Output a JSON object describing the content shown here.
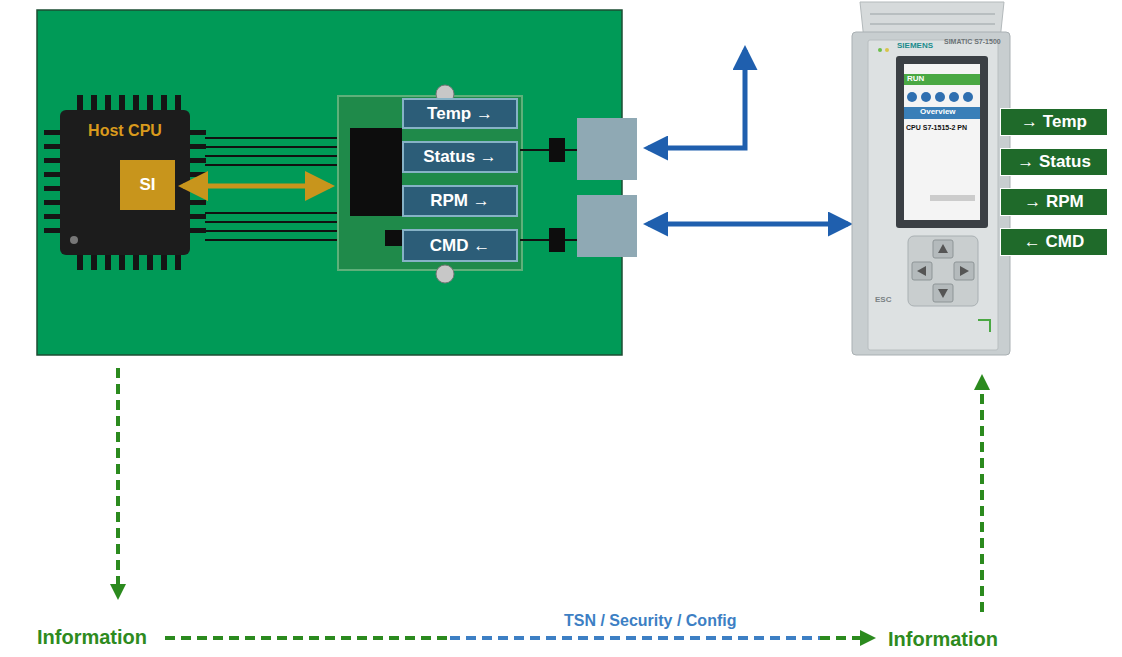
{
  "diagram": {
    "nodes": [
      {
        "text": [
          "Host CPU"
        ]
      },
      {
        "text": [
          "SI"
        ],
        "in": 0
      },
      {
        "text": [
          "Temp →"
        ]
      },
      {
        "text": [
          "Status →"
        ]
      },
      {
        "text": [
          "RPM →"
        ]
      },
      {
        "text": [
          "CMD ←"
        ]
      },
      {
        "text": [
          "→ Temp"
        ]
      },
      {
        "text": [
          "→ Status"
        ]
      },
      {
        "text": [
          "→ RPM"
        ]
      },
      {
        "text": [
          "← CMD"
        ]
      }
    ],
    "labels": [
      "Information",
      "TSN / Security / Config",
      "Information",
      "SIEMENS",
      "SIMATIC S7-1500",
      "RUN",
      "Overview",
      "CPU S7-1515-2 PN",
      "ESC"
    ]
  }
}
